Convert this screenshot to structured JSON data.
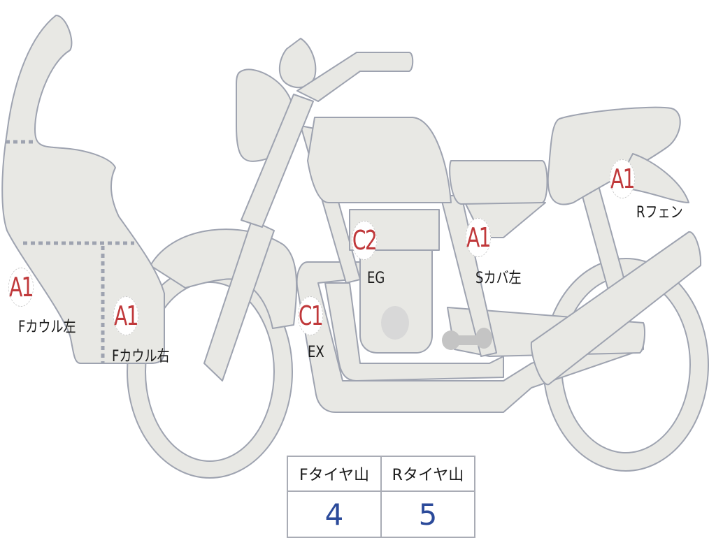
{
  "diagram": {
    "subject": "motorcycle-damage-chart",
    "colors": {
      "part_fill": "#e8e8e4",
      "part_outline": "#9ea3b0",
      "marker_text": "#c0393b",
      "value_text": "#2b4a9a"
    },
    "markers": [
      {
        "code": "A1",
        "part": "Fカウル左"
      },
      {
        "code": "A1",
        "part": "Fカウル右"
      },
      {
        "code": "C1",
        "part": "EX"
      },
      {
        "code": "C2",
        "part": "EG"
      },
      {
        "code": "A1",
        "part": "Sカバ左"
      },
      {
        "code": "A1",
        "part": "Rフェン"
      }
    ]
  },
  "tire_table": {
    "headers": [
      "Fタイヤ山",
      "Rタイヤ山"
    ],
    "values": [
      "4",
      "5"
    ]
  }
}
